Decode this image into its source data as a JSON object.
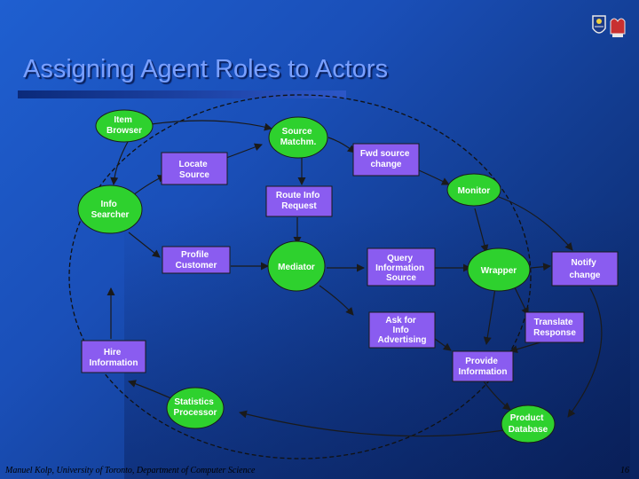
{
  "slide": {
    "title": "Assigning Agent Roles to Actors",
    "footer": "Manuel Kolp, University of Toronto, Department of Computer Science",
    "page_number": "16"
  },
  "colors": {
    "green": "#2ed12e",
    "purple": "#8a5cf0",
    "stroke": "#1a1a1a",
    "title": "#7aa0ff"
  },
  "logo": {
    "icon": "university-crest-icon"
  },
  "diagram": {
    "nodes": [
      {
        "id": "item-browser",
        "lines": [
          "Item",
          "Browser"
        ],
        "color": "green"
      },
      {
        "id": "source-matchm",
        "lines": [
          "Source",
          "Matchm."
        ],
        "color": "green"
      },
      {
        "id": "locate-source",
        "lines": [
          "Locate",
          "Source"
        ],
        "color": "purple"
      },
      {
        "id": "fwd-source-change",
        "lines": [
          "Fwd source",
          "change"
        ],
        "color": "purple"
      },
      {
        "id": "info-searcher",
        "lines": [
          "Info",
          "Searcher"
        ],
        "color": "green"
      },
      {
        "id": "route-info-request",
        "lines": [
          "Route Info",
          "Request"
        ],
        "color": "purple"
      },
      {
        "id": "monitor",
        "lines": [
          "Monitor"
        ],
        "color": "green"
      },
      {
        "id": "profile-customer",
        "lines": [
          "Profile",
          "Customer"
        ],
        "color": "purple"
      },
      {
        "id": "mediator",
        "lines": [
          "Mediator"
        ],
        "color": "green"
      },
      {
        "id": "query-information-source",
        "lines": [
          "Query",
          "Information",
          "Source"
        ],
        "color": "purple"
      },
      {
        "id": "wrapper",
        "lines": [
          "Wrapper"
        ],
        "color": "green"
      },
      {
        "id": "notify-change",
        "lines": [
          "Notify",
          "change"
        ],
        "color": "purple"
      },
      {
        "id": "ask-for-info-advertising",
        "lines": [
          "Ask for",
          "Info",
          "Advertising"
        ],
        "color": "purple"
      },
      {
        "id": "translate-response",
        "lines": [
          "Translate",
          "Response"
        ],
        "color": "purple"
      },
      {
        "id": "hire-information",
        "lines": [
          "Hire",
          "Information"
        ],
        "color": "purple"
      },
      {
        "id": "provide-information",
        "lines": [
          "Provide",
          "Information"
        ],
        "color": "purple"
      },
      {
        "id": "statistics-processor",
        "lines": [
          "Statistics",
          "Processor"
        ],
        "color": "green"
      },
      {
        "id": "product-database",
        "lines": [
          "Product",
          "Database"
        ],
        "color": "green"
      }
    ]
  }
}
